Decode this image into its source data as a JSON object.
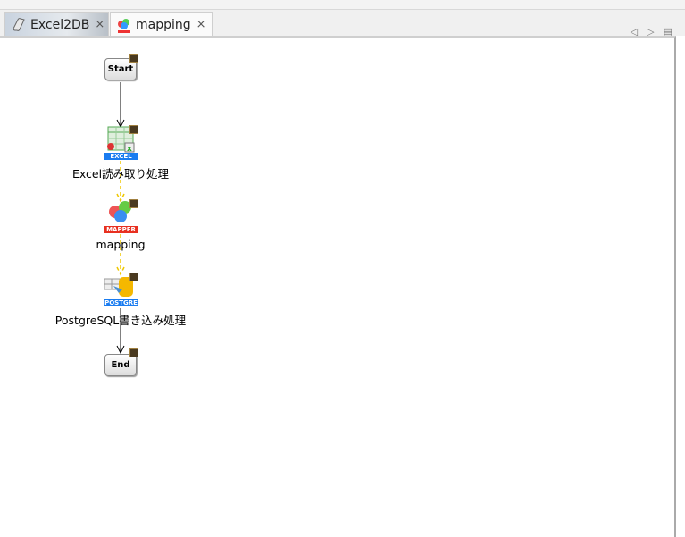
{
  "tabs": [
    {
      "label": "Excel2DB",
      "icon": "job-scroll-icon",
      "active": true
    },
    {
      "label": "mapping",
      "icon": "mapper-icon",
      "active": false
    }
  ],
  "close_glyph": "×",
  "nav": {
    "prev": "◁",
    "next": "▷",
    "menu": "▤"
  },
  "nodes": {
    "start": "Start",
    "excel": {
      "tag": "EXCEL",
      "label": "Excel読み取り処理"
    },
    "mapper": {
      "tag": "MAPPER",
      "label": "mapping"
    },
    "postgre": {
      "tag": "POSTGRE",
      "label": "PostgreSQL書き込み処理"
    },
    "end": "End"
  },
  "colors": {
    "excel_tag": "#1a7cf0",
    "mapper_tag": "#e83020",
    "postgre_tag": "#1a7cf0",
    "data_link": "#f0c800"
  }
}
